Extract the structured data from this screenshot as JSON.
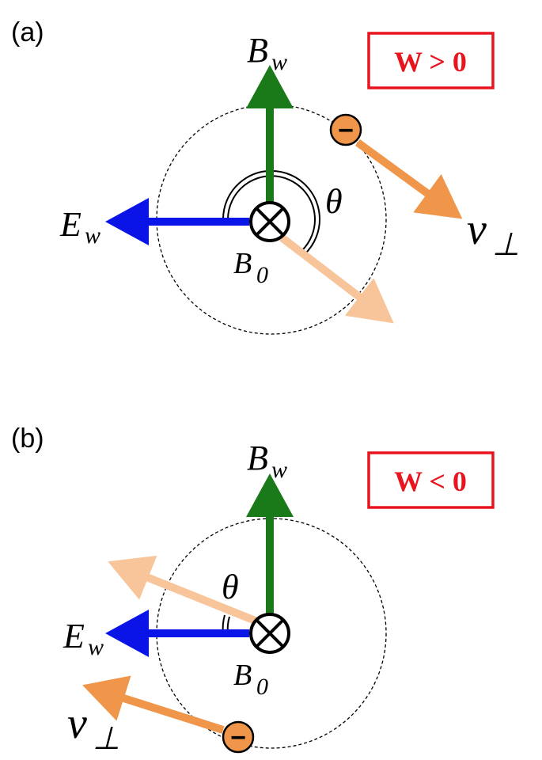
{
  "colors": {
    "wave_magnetic_field": "#1a7a1a",
    "wave_electric_field": "#0a14e6",
    "velocity": "#f0964a",
    "velocity_projection": "#f8c49a",
    "badge": "#e8141e",
    "electron_fill": "#f0964a"
  },
  "panels": [
    {
      "id": "a",
      "label": "(a)",
      "badge": "W > 0",
      "b_wave": {
        "main": "B",
        "sub": "w"
      },
      "e_wave": {
        "main": "E",
        "sub": "w"
      },
      "b_background": {
        "main": "B",
        "sub": "0"
      },
      "theta": "θ",
      "v_perp": {
        "main": "v",
        "sub": "⊥"
      },
      "electron_sign": "−"
    },
    {
      "id": "b",
      "label": "(b)",
      "badge": "W < 0",
      "b_wave": {
        "main": "B",
        "sub": "w"
      },
      "e_wave": {
        "main": "E",
        "sub": "w"
      },
      "b_background": {
        "main": "B",
        "sub": "0"
      },
      "theta": "θ",
      "v_perp": {
        "main": "v",
        "sub": "⊥"
      },
      "electron_sign": "−"
    }
  ]
}
